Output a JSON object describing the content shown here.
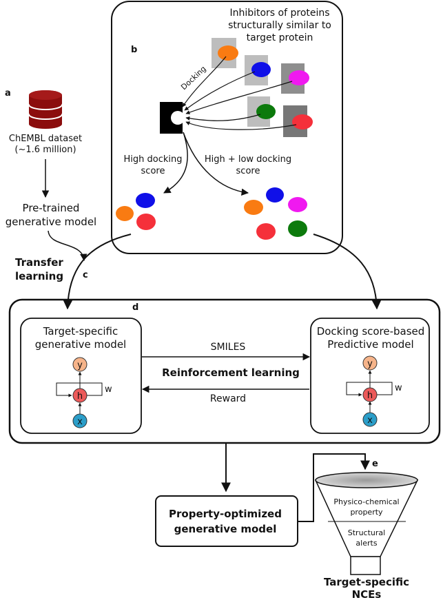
{
  "labels": {
    "a": "a",
    "b": "b",
    "c": "c",
    "d": "d",
    "e": "e"
  },
  "panel_a": {
    "dataset_line1": "ChEMBL dataset",
    "dataset_line2": "(~1.6 million)",
    "model_line1": "Pre-trained",
    "model_line2": "generative model"
  },
  "panel_b": {
    "title_line1": "Inhibitors of proteins",
    "title_line2": "structurally similar to",
    "title_line3": "target protein",
    "docking": "Docking",
    "high_line1": "High docking",
    "high_line2": "score",
    "highlow_line1": "High + low docking",
    "highlow_line2": "score"
  },
  "transfer": {
    "line1": "Transfer",
    "line2": "learning"
  },
  "panel_d": {
    "left_title_line1": "Target-specific",
    "left_title_line2": "generative model",
    "right_title_line1": "Docking score-based",
    "right_title_line2": "Predictive model",
    "smiles": "SMILES",
    "rl": "Reinforcement learning",
    "reward": "Reward",
    "node_y": "y",
    "node_h": "h",
    "node_x": "x",
    "node_w": "w"
  },
  "optimized": {
    "line1": "Property-optimized",
    "line2": "generative model"
  },
  "funnel": {
    "physchem_line1": "Physico-chemical",
    "physchem_line2": "property",
    "alerts_line1": "Structural",
    "alerts_line2": "alerts"
  },
  "output": {
    "line1": "Target-specific",
    "line2": "NCEs"
  },
  "colors": {
    "orange": "#f97b12",
    "blue": "#1010e8",
    "magenta": "#f019f0",
    "green": "#0c7a0c",
    "red": "#f5303a",
    "db": "#8b0d0d",
    "node_y": "#f6b48a",
    "node_h": "#ec5a5a",
    "node_x": "#2b9ec9"
  }
}
